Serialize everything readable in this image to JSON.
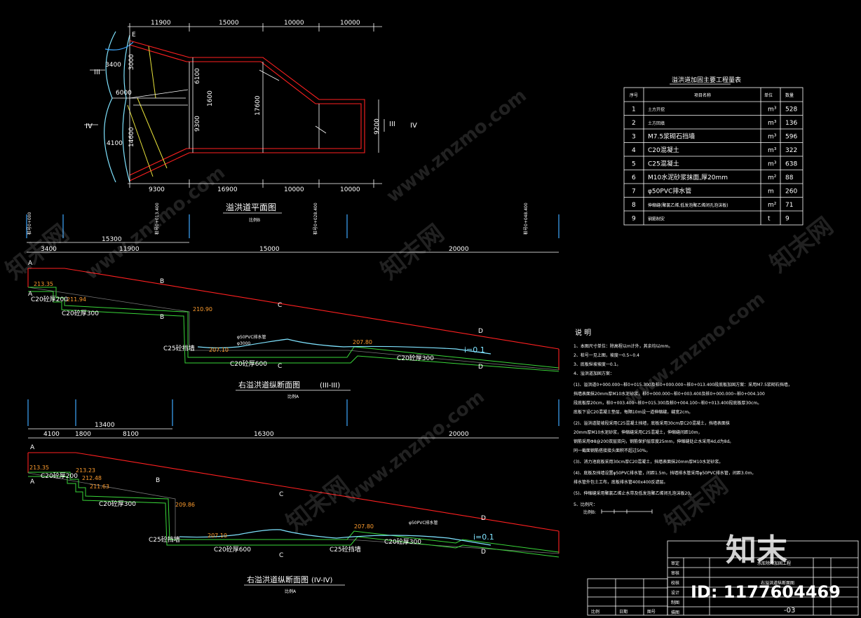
{
  "plan": {
    "title": "溢洪道平面图",
    "scale": "比例B",
    "dims_top": [
      "11900",
      "15000",
      "10000",
      "10000"
    ],
    "dims_bottom": [
      "9300",
      "16900",
      "10000",
      "10000"
    ],
    "dims_left": [
      "3400",
      "6000",
      "4100",
      "14600",
      "3000"
    ],
    "dims_mid": [
      "6100",
      "1600",
      "9300",
      "17600",
      "9200"
    ],
    "sec_III": "III",
    "sec_IV": "IV",
    "markE": "E"
  },
  "table": {
    "title": "溢洪道加固主要工程量表",
    "headers": [
      "序号",
      "项目名称",
      "单位",
      "数量"
    ],
    "rows": [
      {
        "no": "1",
        "name": "土方开挖",
        "unit": "m³",
        "qty": "528"
      },
      {
        "no": "2",
        "name": "土方回填",
        "unit": "m³",
        "qty": "136"
      },
      {
        "no": "3",
        "name": "M7.5浆砌石挡墙",
        "unit": "m³",
        "qty": "596"
      },
      {
        "no": "4",
        "name": "C20混凝土",
        "unit": "m³",
        "qty": "322"
      },
      {
        "no": "5",
        "name": "C25混凝土",
        "unit": "m³",
        "qty": "638"
      },
      {
        "no": "6",
        "name": "M10水泥砂浆抹面,厚20mm",
        "unit": "m²",
        "qty": "88"
      },
      {
        "no": "7",
        "name": "φ50PVC排水管",
        "unit": "m",
        "qty": "260"
      },
      {
        "no": "8",
        "name": "伸缩缝(聚氯乙烯,低发泡聚乙烯闭孔泡沫板)",
        "unit": "m²",
        "qty": "71"
      },
      {
        "no": "9",
        "name": "钢筋制安",
        "unit": "t",
        "qty": "9"
      }
    ]
  },
  "section1": {
    "title": "右溢洪道纵断面图",
    "roman": "(III-III)",
    "scale": "比例A",
    "dims_a": [
      "15300"
    ],
    "dims_b": [
      "3400",
      "11900",
      "15000",
      "20000"
    ],
    "elev": [
      "213.35",
      "211.94",
      "210.90",
      "207.10",
      "207.80"
    ],
    "labels": [
      "C20砼厚200",
      "C20砼厚300",
      "C25砼挡墙",
      "C20砼厚600",
      "φ50PVC排水管",
      "C20砼厚300",
      "φ3000"
    ],
    "slope": "i=0.1",
    "marks": [
      "A",
      "A",
      "B",
      "B",
      "C",
      "C",
      "D",
      "D"
    ],
    "stations": [
      "桩号0+000",
      "桩号0+013.400",
      "桩号0+028.400",
      "桩号0+048.400"
    ]
  },
  "section2": {
    "title": "右溢洪道纵断面图",
    "roman": "(IV-IV)",
    "scale": "比例A",
    "dims_a": [
      "13400"
    ],
    "dims_b": [
      "4100",
      "1800",
      "8100",
      "16300",
      "20000"
    ],
    "elev": [
      "213.35",
      "213.23",
      "212.48",
      "211.63",
      "209.86",
      "207.10",
      "207.80"
    ],
    "labels": [
      "C20砼厚200",
      "C20砼厚300",
      "C25砼挡墙",
      "C20砼厚600",
      "C25砼挡墙",
      "φ50PVC排水管",
      "C20砼厚300"
    ],
    "slope": "i=0.1",
    "marks": [
      "A",
      "A",
      "B",
      "C",
      "C",
      "D",
      "D"
    ]
  },
  "notes": {
    "title": "说 明",
    "items": [
      "1、本图尺寸单位：除高程以m计外，其余均以mm。",
      "2、桩号一见上图，坡度一0.5~0.4",
      "3、底板纵坡坡度一0.1。",
      "4、溢洪道加固方案：",
      "(1)、溢洪道0+000.000~桩0+015.300及桩0+000.000~桩0+013.400段底板加固方案：采用M7.5浆砌石挡墙，",
      "     挡墙表面抹20mm厚M10水泥砂浆，桩0+000.000~桩0+003.400及桩0+000.000~桩0+004.100",
      "     段底板厚20cm，桩0+003.400~桩0+015.300及桩0+004.100~桩0+013.400段底板厚30cm。",
      "     底板下设C20混凝土垫层，每隔10m设一道伸缩缝，缝宽2cm。",
      "(2)、溢洪道陡坡段采用C25混凝土挡墙，底板采用30cm厚C20混凝土，挡墙表面抹",
      "     20mm厚M10水泥砂浆，伸缩缝采用C25混凝土，伸缩缝间距10m，",
      "     钢筋采用Φ8@200双层双向，钢筋保护层厚度25mm，伸缩缝处止水采用4d,d为8d。",
      "     同一截面钢筋搭接接头面积不超过50%。",
      "(3)、消力池底板采用30cm厚C20混凝土，挡墙表面抹20mm厚M10水泥砂浆。",
      "(4)、底板及挡墙设置φ50PVC排水管，间距1.5m，挡墙排水管采用φ50PVC排水管，间距3.0m，",
      "     排水管外包土工布，底板排水管400x400反滤层。",
      "(5)、伸缩缝采用聚氯乙烯止水带及低发泡聚乙烯闭孔泡沫板20。",
      "5、比例尺："
    ],
    "scale_label": "比例B:"
  },
  "titleblock": {
    "project": "水库除险加固工程",
    "drawing": "右溢洪道纵断面图",
    "number": "-03",
    "cells": [
      "审定",
      "审核",
      "校核",
      "设计",
      "制图",
      "描图",
      "比例",
      "日期",
      "图号"
    ]
  },
  "watermark": {
    "brand": "知末",
    "site": "www.znzmo.com",
    "net": "知末网",
    "id": "ID: 1177604469"
  }
}
